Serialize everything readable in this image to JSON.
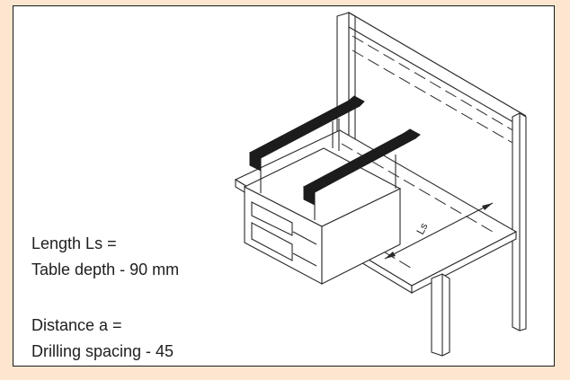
{
  "diagram": {
    "dimension_label": "Ls"
  },
  "captions": {
    "length_line1": "Length Ls =",
    "length_line2": "Table depth - 90 mm",
    "distance_line1": "Distance a =",
    "distance_line2": "Drilling spacing - 45"
  }
}
